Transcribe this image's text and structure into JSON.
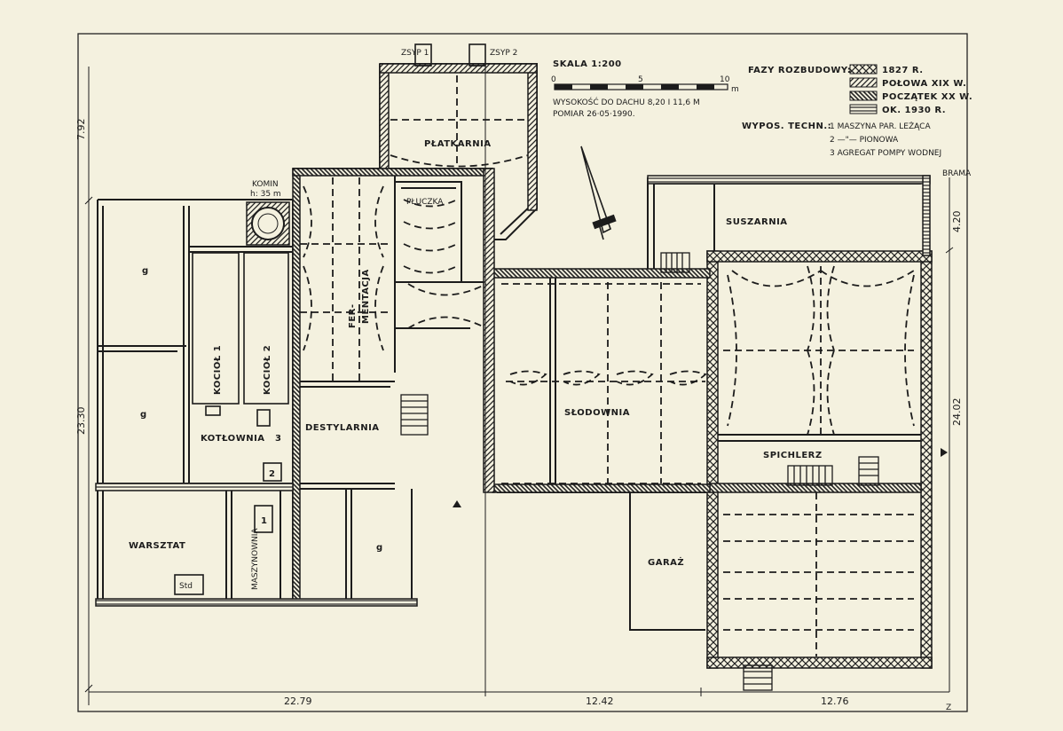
{
  "title_chutes": {
    "left": "ZSYP 1",
    "right": "ZSYP 2"
  },
  "scale": {
    "label": "SKALA 1:200",
    "ticks": [
      "0",
      "5",
      "10"
    ],
    "unit": "m",
    "height_note": "WYSOKOŚĆ DO DACHU 8,20 I 11,6 M",
    "survey_note": "POMIAR 26·05·1990."
  },
  "phases": {
    "title": "FAZY ROZBUDOWY:",
    "items": [
      {
        "label": "1827 R.",
        "pattern": "cross"
      },
      {
        "label": "POŁOWA XIX W.",
        "pattern": "diag"
      },
      {
        "label": "POCZĄTEK XX W.",
        "pattern": "diag2"
      },
      {
        "label": "OK. 1930 R.",
        "pattern": "horiz"
      }
    ]
  },
  "equipment": {
    "title": "WYPOS. TECHN.:",
    "items": [
      "1 MASZYNA PAR. LEŻĄCA",
      "2 —\"— PIONOWA",
      "3 AGREGAT POMPY WODNEJ"
    ]
  },
  "chimney": {
    "label": "KOMIN",
    "height": "h: 35 m"
  },
  "gate": "BRAMA",
  "rooms": {
    "platkarnia": "PŁATKARNIA",
    "pluczka": "PŁUCZKA",
    "fermentacja_1": "FER-",
    "fermentacja_2": "MENTACJA",
    "suszarnia": "SUSZARNIA",
    "slodownia": "SŁODOWNIA",
    "kotlownia": "KOTŁOWNIA",
    "destylarnia": "DESTYLARNIA",
    "spichlerz": "SPICHLERZ",
    "warsztat": "WARSZTAT",
    "maszynownia": "MASZYNOWNIA",
    "garaz": "GARAŻ",
    "kociol_1": "KOCIOŁ 1",
    "kociol_2": "KOCIOŁ 2",
    "g1": "g",
    "g2": "g",
    "g3": "g",
    "std": "Std",
    "num1": "1",
    "num2": "2",
    "num3": "3"
  },
  "dimensions": {
    "left_top": "7.92",
    "left_main": "23.30",
    "bottom_1": "22.79",
    "bottom_2": "12.42",
    "bottom_3": "12.76",
    "right_top": "4.20",
    "right_main": "24.02"
  },
  "corner_mark": "Z"
}
